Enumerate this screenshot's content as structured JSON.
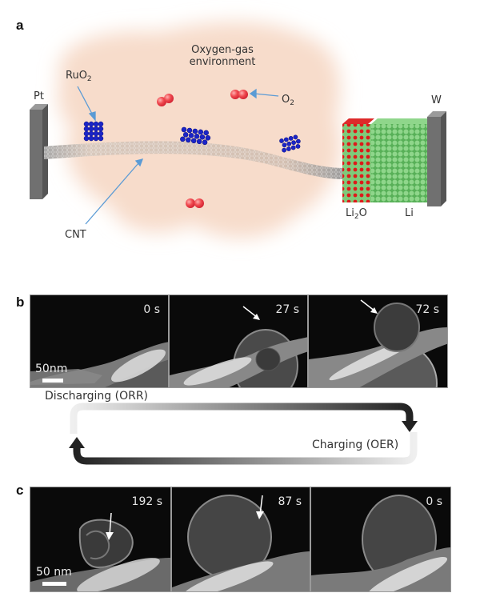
{
  "panel_a": {
    "letter": "a",
    "labels": {
      "pt": "Pt",
      "w": "W",
      "ruo2_base": "RuO",
      "ruo2_sub": "2",
      "o2_base": "O",
      "o2_sub": "2",
      "env_line1": "Oxygen-gas",
      "env_line2": "environment",
      "cnt": "CNT",
      "li2o_base1": "Li",
      "li2o_sub": "2",
      "li2o_base2": "O",
      "li": "Li"
    },
    "colors": {
      "cloud": "#f7dccb",
      "ruo2": "#1a24c8",
      "oxygen": "#f0404a",
      "li": "#6cc26a",
      "li2o_o": "#d81818",
      "arrow": "#5b9bd5",
      "electrode": "#6d6d6d"
    }
  },
  "panel_b": {
    "letter": "b",
    "frames": [
      {
        "time": "0 s",
        "scale": "50nm"
      },
      {
        "time": "27 s"
      },
      {
        "time": "72 s"
      }
    ]
  },
  "cycle": {
    "discharging": "Discharging (ORR)",
    "charging": "Charging (OER)"
  },
  "panel_c": {
    "letter": "c",
    "frames": [
      {
        "time": "192 s",
        "scale": "50 nm"
      },
      {
        "time": "87 s"
      },
      {
        "time": "0 s"
      }
    ]
  }
}
